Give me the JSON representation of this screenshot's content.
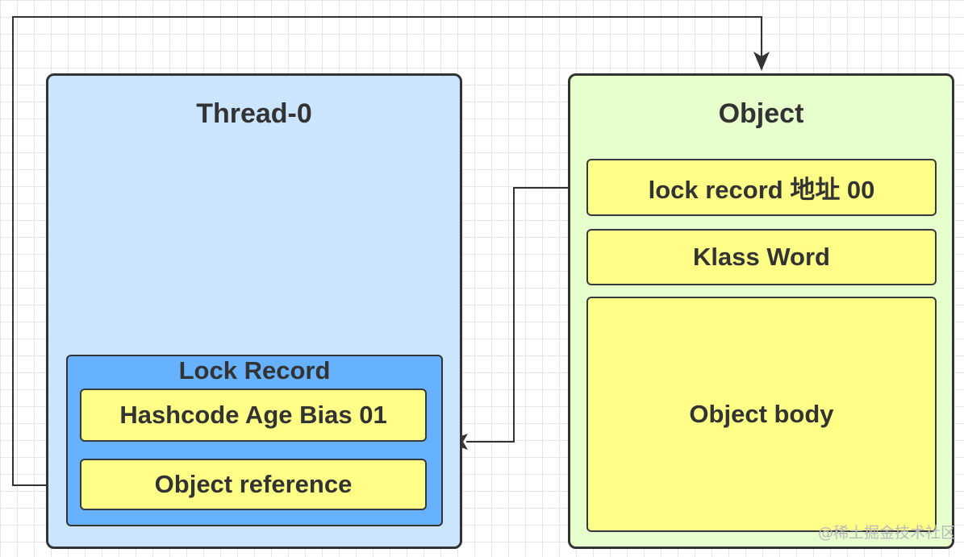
{
  "diagram": {
    "thread": {
      "title": "Thread-0",
      "lock_record": {
        "title": "Lock Record",
        "fields": [
          "Hashcode Age Bias 01",
          "Object reference"
        ]
      }
    },
    "object": {
      "title": "Object",
      "fields": [
        "lock record 地址 00",
        "Klass Word",
        "Object body"
      ]
    },
    "colors": {
      "thread_fill": "#cce5ff",
      "lock_record_fill": "#66b2ff",
      "object_fill": "#e6ffcc",
      "field_fill": "#ffff88",
      "stroke": "#333333"
    }
  },
  "watermark": "@稀土掘金技术社区"
}
